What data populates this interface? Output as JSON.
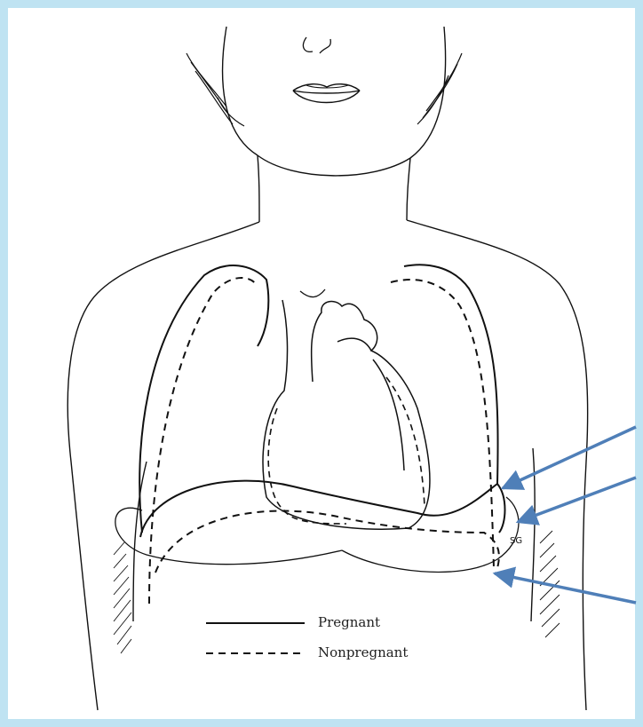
{
  "legend": {
    "pregnant_label": "Pregnant",
    "nonpregnant_label": "Nonpregnant"
  },
  "artist_initials": "SG",
  "colors": {
    "line": "#111111",
    "arrow": "#4f7fb8",
    "frame": "#bfe3f2"
  }
}
